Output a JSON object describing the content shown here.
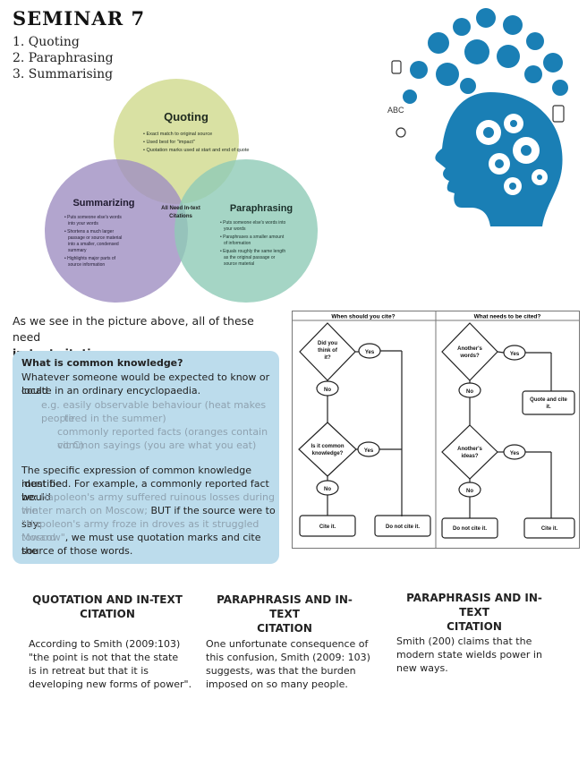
{
  "title": "SEMINAR 7",
  "toc": [
    "1. Quoting",
    "2. Paraphrasing",
    "3. Summarising"
  ],
  "venn": {
    "quoting": {
      "title": "Quoting",
      "bullets": [
        "Exact match to original source",
        "Used best for \"impact\"",
        "Quotation marks used at start and end of quote"
      ]
    },
    "summarizing": {
      "title": "Summarizing",
      "bullets": [
        "Puts someone else's words into your words",
        "Shortens a much larger passage or source material into a smaller, condensed summary",
        "Highlights major parts of source information"
      ]
    },
    "paraphrasing": {
      "title": "Paraphrasing",
      "bullets": [
        "Puts someone else's words into your words",
        "Paraphrases a smaller amount of information",
        "Equals roughly the same length as the original passage or source material"
      ]
    },
    "center": "All Need In-text Citations",
    "colors": {
      "quoting": "#cfd98c",
      "summarizing": "#9f8fc2",
      "paraphrasing": "#8fcab6"
    }
  },
  "intro": {
    "text": "As we see in the picture above, all of these need",
    "bold": "in-text citations",
    "end": "."
  },
  "common_knowledge": {
    "heading": "What is common knowledge?",
    "lines": [
      "Whatever someone would be expected to know or could",
      "locate in an ordinary encyclopaedia."
    ],
    "examples": [
      "e.g. easily observable behaviour (heat makes people",
      "tired in the summer)",
      "commonly reported facts (oranges contain vit C)",
      "common sayings (you are what you eat)"
    ],
    "para2": [
      "The specific expression of common knowledge must be",
      "identified. For example, a commonly reported fact would"
    ],
    "para2_b": "be: ",
    "para2_c": "Napoleon's army suffered ruinous losses during the",
    "para2_d": "winter march on Moscow; ",
    "para2_e": "BUT if the source were to say:",
    "para2_f": "\"Napoleon's army froze in droves as it struggled toward",
    "para2_g": "Moscow\"",
    "para2_h": ", we must use quotation marks and cite the",
    "para2_i": "source of those words.",
    "bg_color": "#bcdcec"
  },
  "flowchart": {
    "left_header": "When should you cite?",
    "right_header": "What needs to be cited?",
    "d1": [
      "Did you",
      "think of",
      "it?"
    ],
    "d2": [
      "Is it common",
      "knowledge?"
    ],
    "d3": [
      "Another's",
      "words?"
    ],
    "d4": [
      "Another's",
      "ideas?"
    ],
    "yes": "Yes",
    "no": "No",
    "cite_it": "Cite it.",
    "do_not_cite": "Do not cite it.",
    "quote_and_cite": [
      "Quote and cite",
      "it."
    ]
  },
  "columns": [
    {
      "heading": [
        "QUOTATION AND IN-TEXT",
        "CITATION"
      ],
      "body": [
        "According to Smith (2009:103)",
        "\"the point is not that the state",
        "is in retreat but that it is",
        "developing new forms of power\"."
      ]
    },
    {
      "heading": [
        "PARAPHRASIS AND IN-TEXT",
        "CITATION"
      ],
      "body": [
        "One unfortunate consequence of",
        "this confusion, Smith (2009: 103)",
        "suggests, was that the burden",
        "imposed on so many people."
      ]
    },
    {
      "heading": [
        "PARAPHRASIS AND IN-TEXT",
        "CITATION"
      ],
      "body": [
        "Smith (200) claims that the",
        "modern state wields power in",
        "new ways."
      ]
    }
  ],
  "brain_image": {
    "icon": "head-silhouette-with-gears-and-science-icons",
    "color": "#1a7fb5",
    "label": "ABC"
  }
}
